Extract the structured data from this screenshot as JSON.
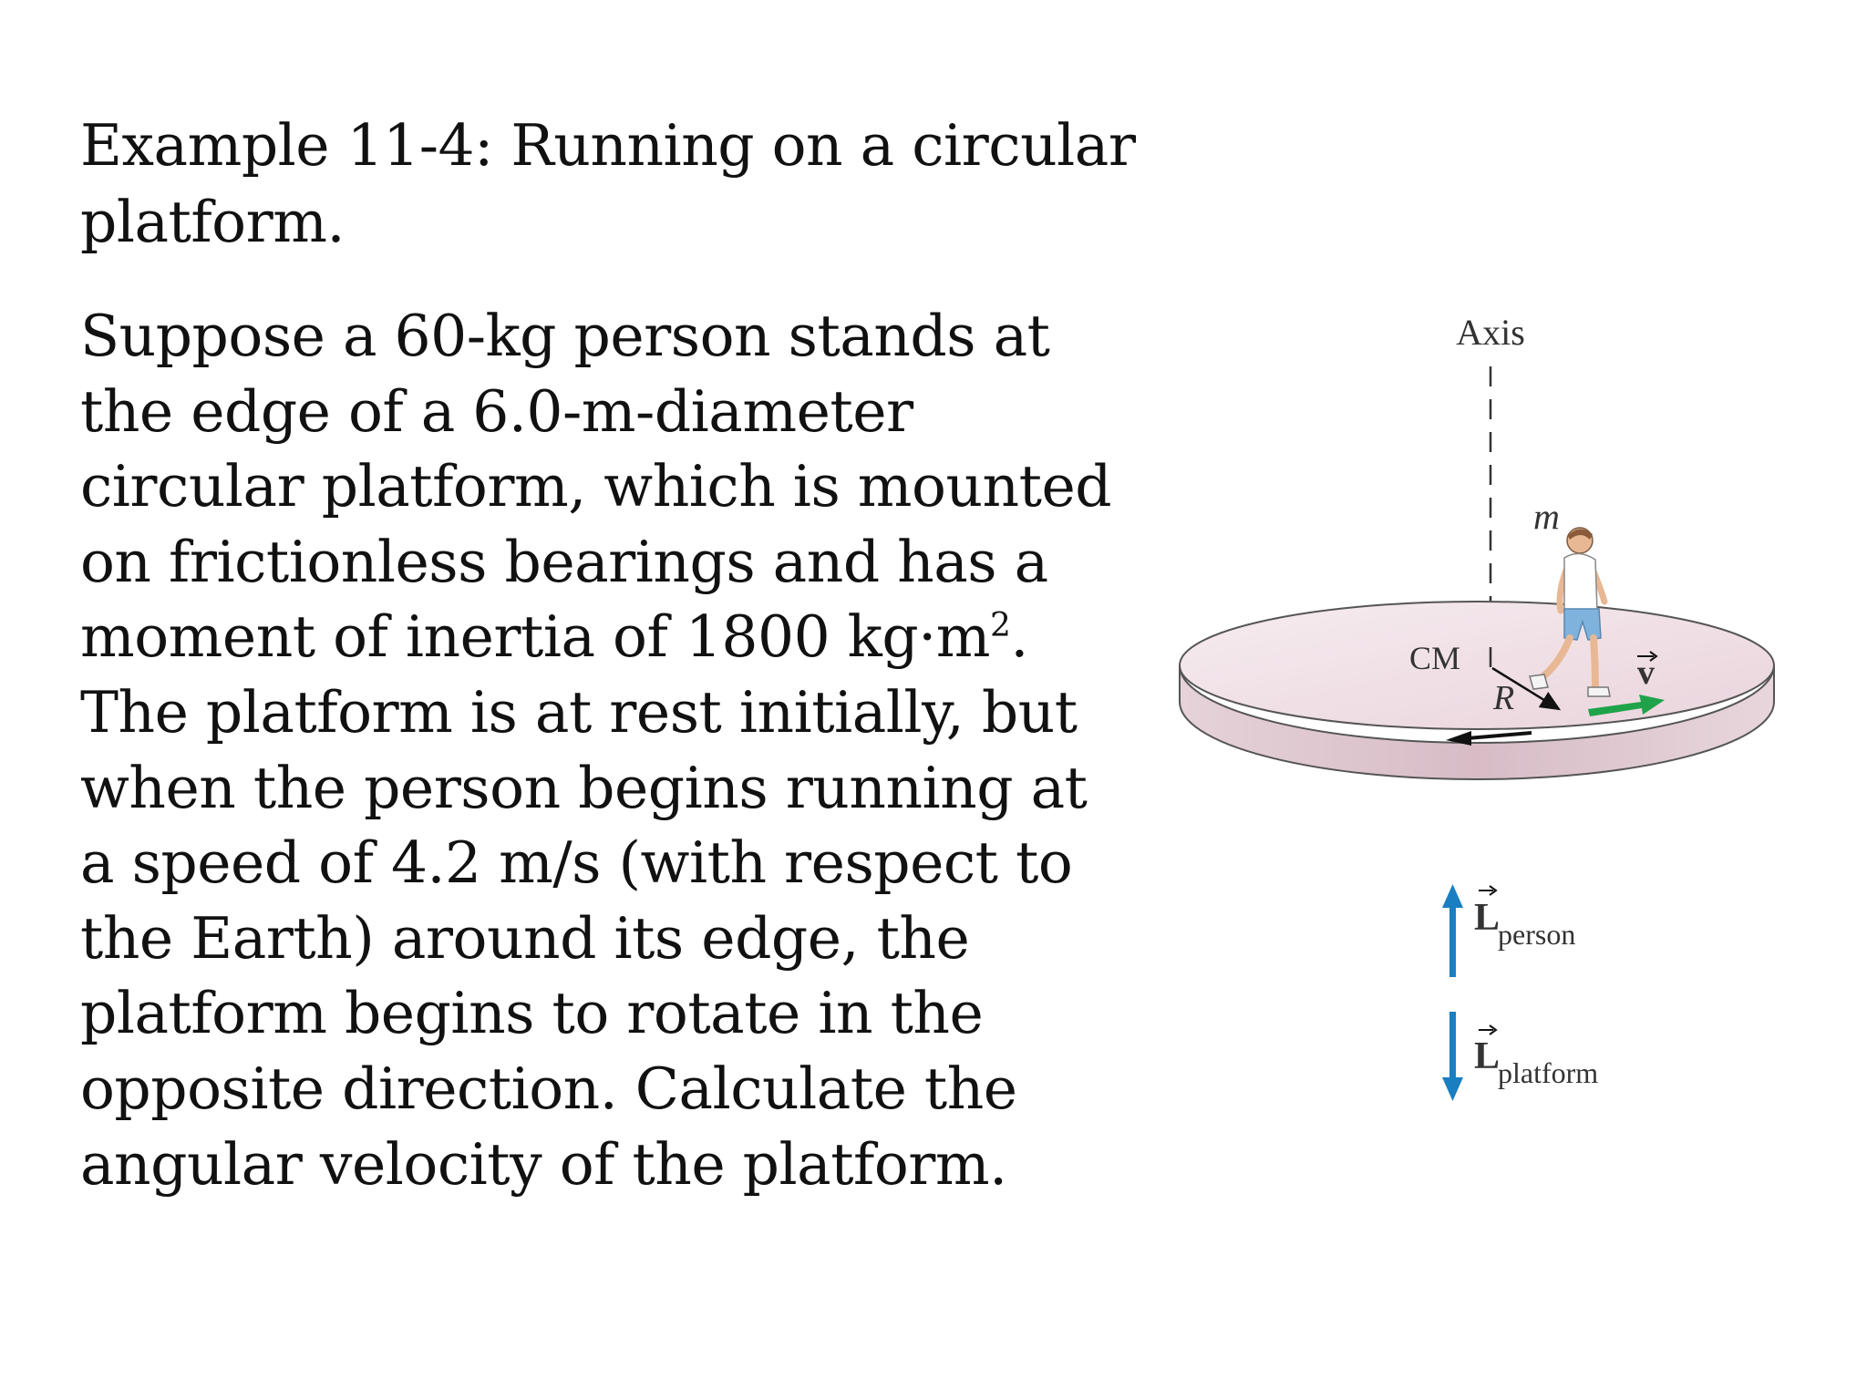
{
  "slide": {
    "title": "Example 11-4: Running on a circular platform.",
    "body_main": "Suppose a 60-kg person stands at the edge of a 6.0-m-diameter circular platform, which is mounted on frictionless bearings and has a moment of inertia of 1800 kg·m",
    "body_exponent": "2",
    "body_tail": ". The platform is at rest initially, but when the person begins running at a speed of 4.2 m/s (with respect to the Earth) around its edge, the platform begins to rotate in the opposite direction. Calculate the angular velocity of the platform."
  },
  "figure": {
    "axis_label": "Axis",
    "mass_label": "m",
    "cm_label": "CM",
    "radius_label": "R",
    "velocity_label": "v",
    "l_person_symbol": "L",
    "l_person_subscript": "person",
    "l_platform_symbol": "L",
    "l_platform_subscript": "platform",
    "colors": {
      "platform_top": "#f3e4ea",
      "platform_side": "#dcc3cc",
      "velocity_arrow": "#1fa34a",
      "momentum_arrow": "#1a7fc1",
      "shorts": "#7fb2dd",
      "text": "#333333"
    }
  }
}
